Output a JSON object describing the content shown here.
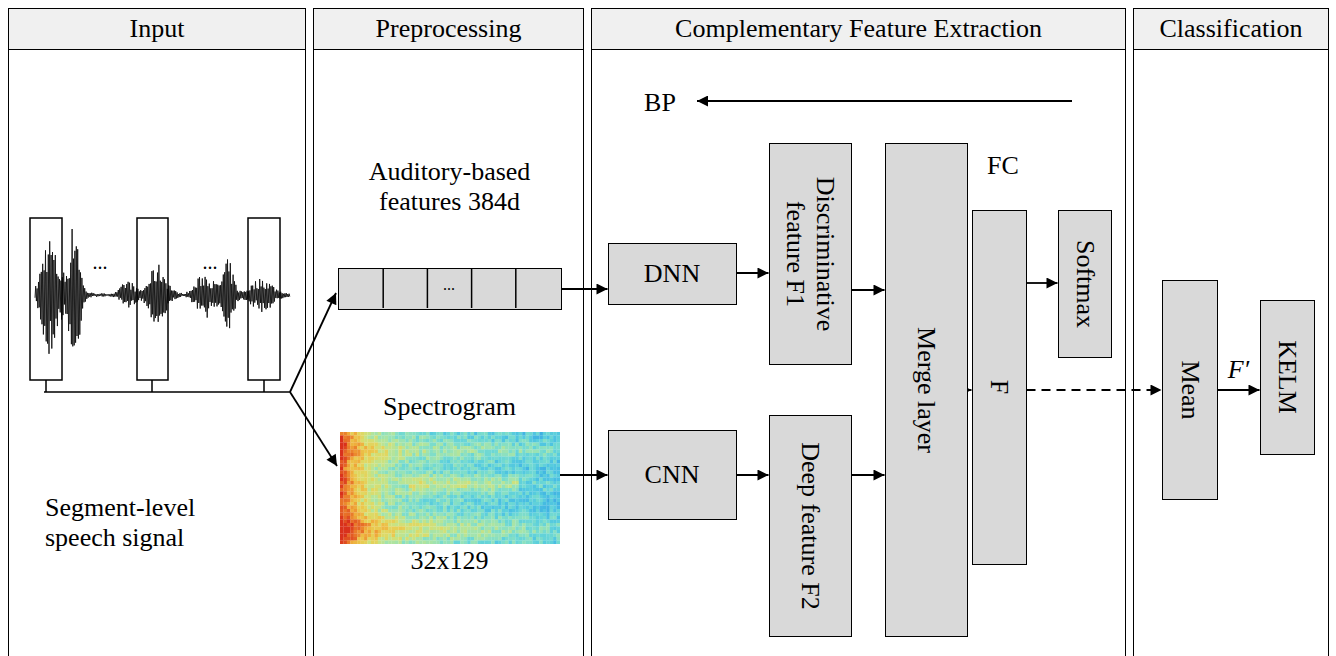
{
  "diagram": {
    "nodes": [
      {
        "text": [
          "Input"
        ]
      },
      {
        "text": [
          "Preprocessing"
        ]
      },
      {
        "text": [
          "Complementary Feature Extraction"
        ]
      },
      {
        "text": [
          "Classification"
        ]
      },
      {
        "text": [
          "Auditory-based features 384d",
          "..."
        ],
        "in": 1
      },
      {
        "text": [
          "Spectrogram",
          "32x129"
        ],
        "in": 1
      },
      {
        "text": [
          "DNN"
        ],
        "in": 2
      },
      {
        "text": [
          "Discriminative feature F1"
        ],
        "in": 2
      },
      {
        "text": [
          "CNN"
        ],
        "in": 2
      },
      {
        "text": [
          "Deep feature F2"
        ],
        "in": 2
      },
      {
        "text": [
          "Merge layer"
        ],
        "in": 2
      },
      {
        "text": [
          "F"
        ],
        "in": 2
      },
      {
        "text": [
          "Softmax"
        ],
        "in": 2
      },
      {
        "text": [
          "Mean"
        ],
        "in": 3
      },
      {
        "text": [
          "KELM"
        ],
        "in": 3
      }
    ],
    "edges": [
      {
        "from": 4,
        "to": 6,
        "arrow": "to"
      },
      {
        "from": 6,
        "to": 7,
        "arrow": "to"
      },
      {
        "from": 7,
        "to": 10,
        "arrow": "to"
      },
      {
        "from": 5,
        "to": 8,
        "arrow": "to"
      },
      {
        "from": 8,
        "to": 9,
        "arrow": "to"
      },
      {
        "from": 9,
        "to": 10,
        "arrow": "to"
      },
      {
        "from": 10,
        "to": 11,
        "arrow": "to"
      },
      {
        "from": 11,
        "to": 12,
        "arrow": "to"
      },
      {
        "from": 11,
        "to": 13,
        "arrow": "to"
      },
      {
        "from": 13,
        "to": 14,
        "label": "F′",
        "arrow": "to"
      }
    ],
    "labels": [
      "...",
      "...",
      "Segment-level speech signal",
      "BP",
      "FC"
    ]
  }
}
